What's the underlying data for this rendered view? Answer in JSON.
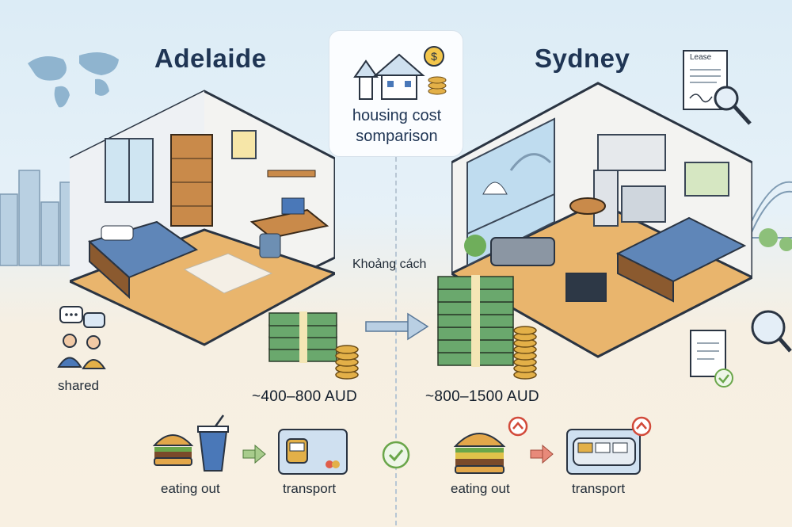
{
  "left": {
    "city": "Adelaide",
    "price": "~400–800 AUD",
    "shared_label": "shared",
    "eating_label": "eating out",
    "transport_label": "transport"
  },
  "center": {
    "title_line1": "housing cost",
    "title_line2": "somparison",
    "distance_label": "Khoảng cách"
  },
  "right": {
    "city": "Sydney",
    "price": "~800–1500 AUD",
    "lease_label": "Lease",
    "eating_label": "eating out",
    "transport_label": "transport"
  },
  "colors": {
    "title": "#1f3554",
    "accent_blue": "#4a78b8",
    "money_green": "#5f9a63",
    "coin_gold": "#e3b048",
    "up_badge": "#d24a3a",
    "check_green": "#6aa64a",
    "floor_wood": "#e9b56d"
  },
  "icons": [
    "world-map-icon",
    "house-icon",
    "dollar-coin-icon",
    "lease-document-icon",
    "magnifier-icon",
    "chat-bubbles-icon",
    "people-icon",
    "checklist-document-icon",
    "burger-icon",
    "soda-cup-icon",
    "transport-card-icon",
    "train-icon",
    "arrow-icon",
    "check-circle-icon",
    "price-up-icon"
  ]
}
